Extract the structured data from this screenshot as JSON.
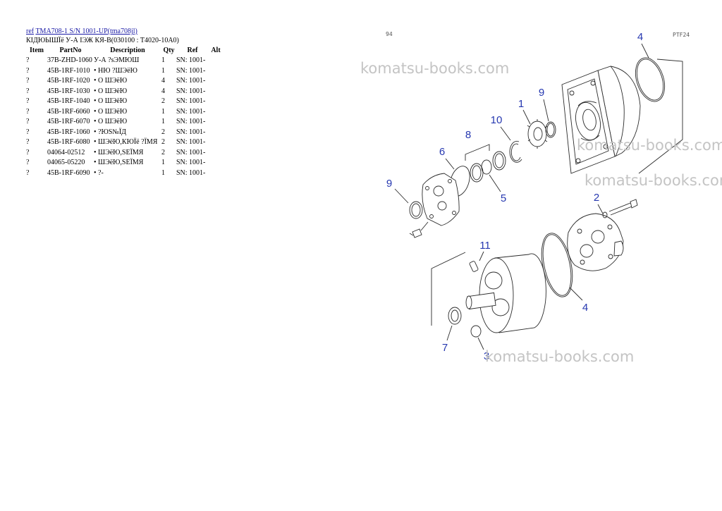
{
  "header": {
    "ref_link": "ref",
    "model_link": "TMA708-1 S/N 1001-UP(tma708jl)",
    "section_title": "КІДЮЫШЇё У-А ІЭЖ КЯ-В(030100 : T4020-10A0)"
  },
  "table": {
    "columns": [
      "Item",
      "PartNo",
      "Description",
      "Qty",
      "Ref",
      "Alt"
    ],
    "rows": [
      {
        "item": "?",
        "partno": "37B-ZHD-1060",
        "description": "У-А ?ѕЭМЮШ",
        "qty": "1",
        "ref": "SN: 1001-"
      },
      {
        "item": "?",
        "partno": "45B-1RF-1010",
        "description": "• НЮ ?ШЭёЮ",
        "qty": "1",
        "ref": "SN: 1001-"
      },
      {
        "item": "?",
        "partno": "45B-1RF-1020",
        "description": "• О ШЭёЮ",
        "qty": "4",
        "ref": "SN: 1001-"
      },
      {
        "item": "?",
        "partno": "45B-1RF-1030",
        "description": "• О ШЭёЮ",
        "qty": "4",
        "ref": "SN: 1001-"
      },
      {
        "item": "?",
        "partno": "45B-1RF-1040",
        "description": "• О ШЭёЮ",
        "qty": "2",
        "ref": "SN: 1001-"
      },
      {
        "item": "?",
        "partno": "45B-1RF-6060",
        "description": "• О ШЭёЮ",
        "qty": "1",
        "ref": "SN: 1001-"
      },
      {
        "item": "?",
        "partno": "45B-1RF-6070",
        "description": "• О ШЭёЮ",
        "qty": "1",
        "ref": "SN: 1001-"
      },
      {
        "item": "?",
        "partno": "45B-1RF-1060",
        "description": "• ?ЮЅ№ЇД",
        "qty": "2",
        "ref": "SN: 1001-"
      },
      {
        "item": "?",
        "partno": "45B-1RF-6080",
        "description": "• ШЭёЮ,КЮЇё ?ЇМЯ",
        "qty": "2",
        "ref": "SN: 1001-"
      },
      {
        "item": "?",
        "partno": "04064-02512",
        "description": "• ШЭёЮ,ЅЕЇМЯ",
        "qty": "2",
        "ref": "SN: 1001-"
      },
      {
        "item": "?",
        "partno": "04065-05220",
        "description": "• ШЭёЮ,ЅЕЇМЯ",
        "qty": "1",
        "ref": "SN: 1001-"
      },
      {
        "item": "?",
        "partno": "45B-1RF-6090",
        "description": "• ?-",
        "qty": "1",
        "ref": "SN: 1001-"
      }
    ]
  },
  "diagram": {
    "sheet_number": "94",
    "figure_code": "PTF24",
    "callouts": [
      "4",
      "1",
      "9",
      "10",
      "8",
      "6",
      "9",
      "5",
      "2",
      "11",
      "4",
      "7",
      "3"
    ]
  },
  "watermark": {
    "text": "komatsu-books.com"
  },
  "colors": {
    "link": "#1a1aa6",
    "callout": "#2638b0",
    "watermark": "#c4c4c4"
  }
}
